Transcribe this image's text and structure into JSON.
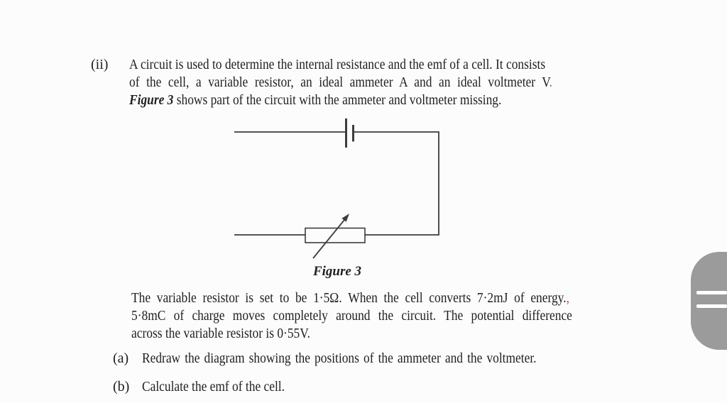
{
  "colors": {
    "page_bg": "#fcfcfc",
    "text": "#1f1f1f",
    "circuit_stroke": "#3d3d3d",
    "accent_punct": "#ad5448",
    "scroll_handle": "#9b9b9b",
    "handle_lines": "#ffffff"
  },
  "question": {
    "marker": "(ii)",
    "l1": "A circuit is used to determine the internal resistance and the emf of a cell.  It consists",
    "l2": "of the cell, a variable resistor, an ideal ammeter A and an ideal voltmeter V",
    "l2_punct": ".",
    "l3_figure": "Figure 3",
    "l3_rest": " shows part of the circuit with the ammeter and voltmeter missing."
  },
  "figure": {
    "caption": "Figure 3"
  },
  "details": {
    "l1": "The variable resistor is set to be 1·5Ω.  When the cell converts 7·2mJ of energy.",
    "l1_punct": ",",
    "l2": "5·8mC of charge moves completely around the circuit.  The potential difference",
    "l3": "across the variable resistor is 0·55V."
  },
  "subquestions": [
    {
      "marker": "(a)",
      "text": "Redraw the diagram showing the positions of the ammeter and the voltmeter."
    },
    {
      "marker": "(b)",
      "text": "Calculate the emf of the cell."
    }
  ]
}
